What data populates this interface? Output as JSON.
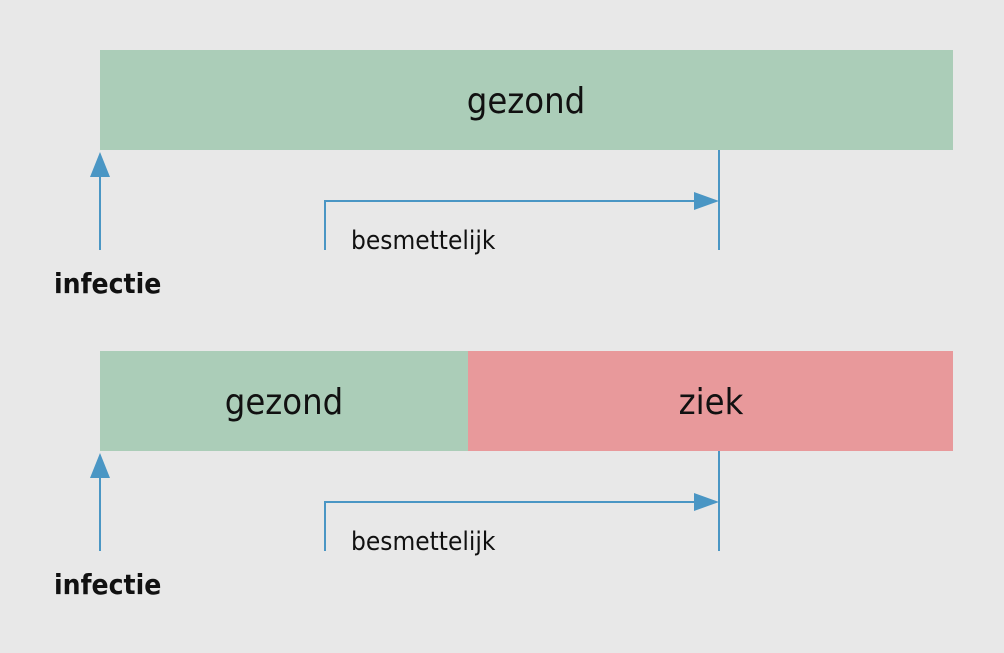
{
  "colors": {
    "background": "#e8e8e8",
    "healthy": "#abcdb8",
    "sick": "#e8999b",
    "arrow": "#4a96c4"
  },
  "scenario1": {
    "healthy_label": "gezond",
    "contagious_label": "besmettelijk",
    "infection_label": "infectie"
  },
  "scenario2": {
    "healthy_label": "gezond",
    "sick_label": "ziek",
    "contagious_label": "besmettelijk",
    "infection_label": "infectie"
  }
}
